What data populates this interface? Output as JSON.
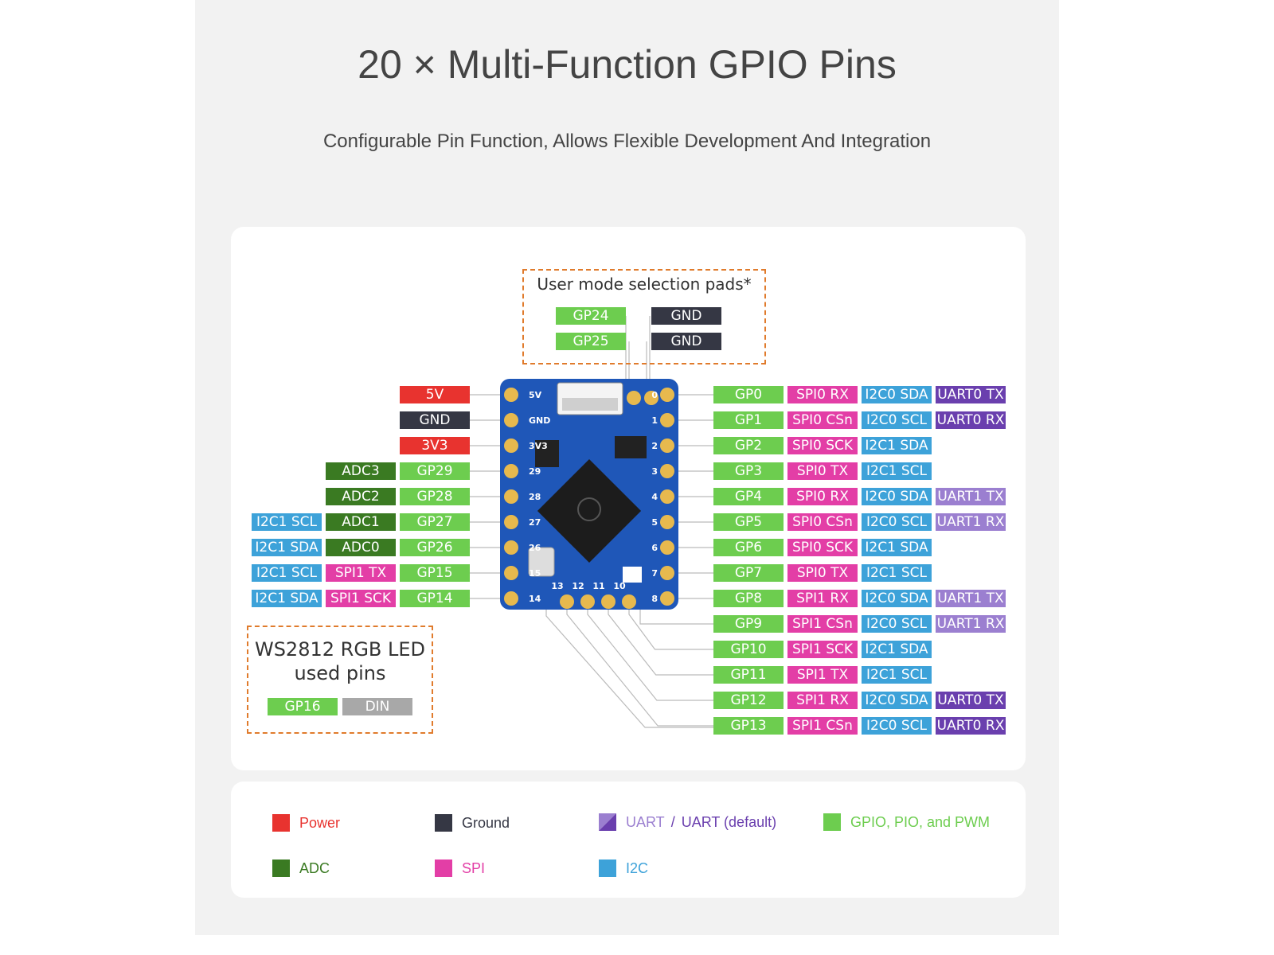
{
  "title": "20 × Multi-Function GPIO Pins",
  "subtitle": "Configurable Pin Function, Allows Flexible Development And Integration",
  "user_mode_box": {
    "label": "User mode selection pads*",
    "pads": [
      {
        "gp": "GP24",
        "gnd": "GND"
      },
      {
        "gp": "GP25",
        "gnd": "GND"
      }
    ]
  },
  "ws2812_box": {
    "label_line1": "WS2812 RGB LED",
    "label_line2": "used pins",
    "gp": "GP16",
    "din": "DIN"
  },
  "left_pins": [
    {
      "tags": [
        {
          "text": "5V",
          "type": "power"
        }
      ]
    },
    {
      "tags": [
        {
          "text": "GND",
          "type": "gnd"
        }
      ]
    },
    {
      "tags": [
        {
          "text": "3V3",
          "type": "power"
        }
      ]
    },
    {
      "tags": [
        {
          "text": "ADC3",
          "type": "adc"
        },
        {
          "text": "GP29",
          "type": "gp"
        }
      ]
    },
    {
      "tags": [
        {
          "text": "ADC2",
          "type": "adc"
        },
        {
          "text": "GP28",
          "type": "gp"
        }
      ]
    },
    {
      "tags": [
        {
          "text": "I2C1 SCL",
          "type": "i2c"
        },
        {
          "text": "ADC1",
          "type": "adc"
        },
        {
          "text": "GP27",
          "type": "gp"
        }
      ]
    },
    {
      "tags": [
        {
          "text": "I2C1 SDA",
          "type": "i2c"
        },
        {
          "text": "ADC0",
          "type": "adc"
        },
        {
          "text": "GP26",
          "type": "gp"
        }
      ]
    },
    {
      "tags": [
        {
          "text": "I2C1 SCL",
          "type": "i2c"
        },
        {
          "text": "SPI1 TX",
          "type": "spi"
        },
        {
          "text": "GP15",
          "type": "gp"
        }
      ]
    },
    {
      "tags": [
        {
          "text": "I2C1 SDA",
          "type": "i2c"
        },
        {
          "text": "SPI1 SCK",
          "type": "spi"
        },
        {
          "text": "GP14",
          "type": "gp"
        }
      ]
    }
  ],
  "right_pins": [
    {
      "tags": [
        {
          "text": "GP0",
          "type": "gp"
        },
        {
          "text": "SPI0 RX",
          "type": "spi"
        },
        {
          "text": "I2C0 SDA",
          "type": "i2c"
        },
        {
          "text": "UART0 TX",
          "type": "uartd"
        }
      ]
    },
    {
      "tags": [
        {
          "text": "GP1",
          "type": "gp"
        },
        {
          "text": "SPI0 CSn",
          "type": "spi"
        },
        {
          "text": "I2C0 SCL",
          "type": "i2c"
        },
        {
          "text": "UART0 RX",
          "type": "uartd"
        }
      ]
    },
    {
      "tags": [
        {
          "text": "GP2",
          "type": "gp"
        },
        {
          "text": "SPI0 SCK",
          "type": "spi"
        },
        {
          "text": "I2C1 SDA",
          "type": "i2c"
        }
      ]
    },
    {
      "tags": [
        {
          "text": "GP3",
          "type": "gp"
        },
        {
          "text": "SPI0 TX",
          "type": "spi"
        },
        {
          "text": "I2C1 SCL",
          "type": "i2c"
        }
      ]
    },
    {
      "tags": [
        {
          "text": "GP4",
          "type": "gp"
        },
        {
          "text": "SPI0 RX",
          "type": "spi"
        },
        {
          "text": "I2C0 SDA",
          "type": "i2c"
        },
        {
          "text": "UART1 TX",
          "type": "uart"
        }
      ]
    },
    {
      "tags": [
        {
          "text": "GP5",
          "type": "gp"
        },
        {
          "text": "SPI0 CSn",
          "type": "spi"
        },
        {
          "text": "I2C0 SCL",
          "type": "i2c"
        },
        {
          "text": "UART1 RX",
          "type": "uart"
        }
      ]
    },
    {
      "tags": [
        {
          "text": "GP6",
          "type": "gp"
        },
        {
          "text": "SPI0 SCK",
          "type": "spi"
        },
        {
          "text": "I2C1 SDA",
          "type": "i2c"
        }
      ]
    },
    {
      "tags": [
        {
          "text": "GP7",
          "type": "gp"
        },
        {
          "text": "SPI0 TX",
          "type": "spi"
        },
        {
          "text": "I2C1 SCL",
          "type": "i2c"
        }
      ]
    },
    {
      "tags": [
        {
          "text": "GP8",
          "type": "gp"
        },
        {
          "text": "SPI1 RX",
          "type": "spi"
        },
        {
          "text": "I2C0 SDA",
          "type": "i2c"
        },
        {
          "text": "UART1 TX",
          "type": "uart"
        }
      ]
    },
    {
      "tags": [
        {
          "text": "GP9",
          "type": "gp"
        },
        {
          "text": "SPI1 CSn",
          "type": "spi"
        },
        {
          "text": "I2C0 SCL",
          "type": "i2c"
        },
        {
          "text": "UART1 RX",
          "type": "uart"
        }
      ]
    },
    {
      "tags": [
        {
          "text": "GP10",
          "type": "gp"
        },
        {
          "text": "SPI1 SCK",
          "type": "spi"
        },
        {
          "text": "I2C1 SDA",
          "type": "i2c"
        }
      ]
    },
    {
      "tags": [
        {
          "text": "GP11",
          "type": "gp"
        },
        {
          "text": "SPI1 TX",
          "type": "spi"
        },
        {
          "text": "I2C1 SCL",
          "type": "i2c"
        }
      ]
    },
    {
      "tags": [
        {
          "text": "GP12",
          "type": "gp"
        },
        {
          "text": "SPI1 RX",
          "type": "spi"
        },
        {
          "text": "I2C0 SDA",
          "type": "i2c"
        },
        {
          "text": "UART0 TX",
          "type": "uartd"
        }
      ]
    },
    {
      "tags": [
        {
          "text": "GP13",
          "type": "gp"
        },
        {
          "text": "SPI1 CSn",
          "type": "spi"
        },
        {
          "text": "I2C0 SCL",
          "type": "i2c"
        },
        {
          "text": "UART0 RX",
          "type": "uartd"
        }
      ]
    }
  ],
  "board": {
    "silk_left": [
      "5V",
      "GND",
      "3V3",
      "29",
      "28",
      "27",
      "26",
      "15",
      "14"
    ],
    "silk_right": [
      "0",
      "1",
      "2",
      "3",
      "4",
      "5",
      "6",
      "7",
      "8"
    ],
    "silk_bottom": [
      "13",
      "12",
      "11",
      "10"
    ]
  },
  "legend": {
    "power": "Power",
    "ground": "Ground",
    "uart": "UART",
    "uart_sep": "/",
    "uart_default": "UART (default)",
    "gpio": "GPIO, PIO, and PWM",
    "adc": "ADC",
    "spi": "SPI",
    "i2c": "I2C"
  },
  "colors": {
    "power": "#e8332f",
    "gnd": "#353744",
    "gp": "#6dcd4f",
    "adc": "#3a7a22",
    "spi": "#e33ea6",
    "i2c": "#3da2d9",
    "uart": "#9b7fd0",
    "uartd": "#6a3fae",
    "board": "#1f57b8",
    "pad": "#e7b94e",
    "dash": "#e07b2c"
  }
}
